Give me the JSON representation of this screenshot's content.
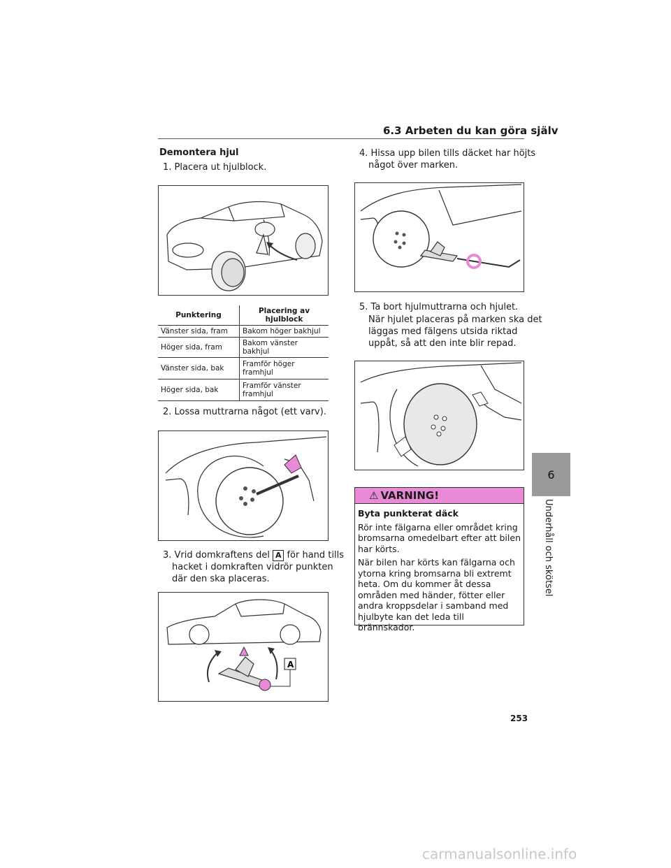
{
  "header": {
    "title": "6.3  Arbeten du kan göra själv"
  },
  "section": {
    "title": "Demontera hjul"
  },
  "steps": {
    "s1": "1. Placera ut hjulblock.",
    "s2": "2. Lossa muttrarna något (ett varv).",
    "s3_pre": "3. Vrid domkraftens del",
    "s3_badge": "A",
    "s3_post": "för hand tills",
    "s3_line2": "hacket i domkraften vidrör punkten",
    "s3_line3": "där den ska placeras.",
    "s4_line1": "4. Hissa upp bilen tills däcket har höjts",
    "s4_line2": "något över marken.",
    "s5_line1": "5. Ta bort hjulmuttrarna och hjulet.",
    "s5_line2": "När hjulet placeras på marken ska det",
    "s5_line3": "läggas med fälgens utsida riktad",
    "s5_line4": "uppåt, så att den inte blir repad."
  },
  "table": {
    "headers": [
      "Punktering",
      "Placering av hjulblock"
    ],
    "rows": [
      [
        "Vänster sida, fram",
        "Bakom höger bakhjul"
      ],
      [
        "Höger sida, fram",
        "Bakom vänster bakhjul"
      ],
      [
        "Vänster sida, bak",
        "Framför höger framhjul"
      ],
      [
        "Höger sida, bak",
        "Framför vänster framhjul"
      ]
    ]
  },
  "figure_label": "A",
  "warning": {
    "title": "VARNING!",
    "subtitle": "Byta punkterat däck",
    "p1": "Rör inte fälgarna eller området kring bromsarna omedelbart efter att bilen har körts.",
    "p2": "När bilen har körts kan fälgarna och ytorna kring bromsarna bli extremt heta. Om du kommer åt dessa områden med händer, fötter eller andra kroppsdelar i samband med hjulbyte kan det leda till brännskador.",
    "accent_color": "#e98ad6"
  },
  "side_tab": {
    "number": "6",
    "label": "Underhåll och skötsel"
  },
  "page_number": "253",
  "watermark": "carmanualsonline.info"
}
